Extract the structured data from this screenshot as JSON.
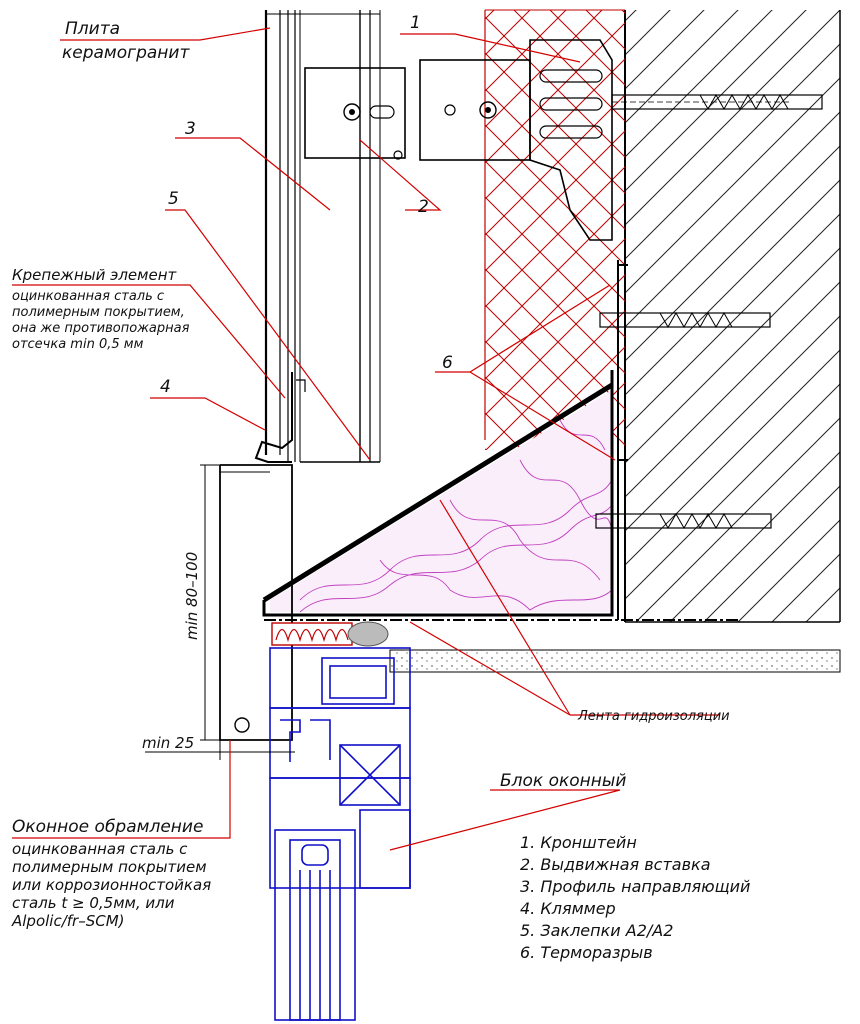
{
  "labels": {
    "plate_line1": "Плита",
    "plate_line2": "керамогранит",
    "fastener_title": "Крепежный элемент",
    "fastener_desc": [
      "оцинкованная сталь с",
      "полимерным покрытием,",
      "она же противопожарная",
      "отсечка min 0,5 мм"
    ],
    "tape": "Лента гидроизоляции",
    "window_block": "Блок оконный",
    "frame_title": "Оконное обрамление",
    "frame_desc": [
      "оцинкованная сталь с",
      "полимерным покрытием",
      "или коррозионностойкая",
      "сталь t ≥ 0,5мм, или",
      "Alpolic/fr–SCM)"
    ],
    "dim_height": "min 80–100",
    "dim_width": "min 25"
  },
  "callouts": [
    "1",
    "2",
    "3",
    "4",
    "5",
    "6"
  ],
  "legend": [
    "1. Кронштейн",
    "2. Выдвижная вставка",
    "3. Профиль направляющий",
    "4. Кляммер",
    "5. Заклепки A2/A2",
    "6. Терморазрыв"
  ],
  "colors": {
    "leader": "#d40000",
    "window_profile": "#1010c8",
    "insulation": "#c040c0",
    "line": "#000000"
  }
}
